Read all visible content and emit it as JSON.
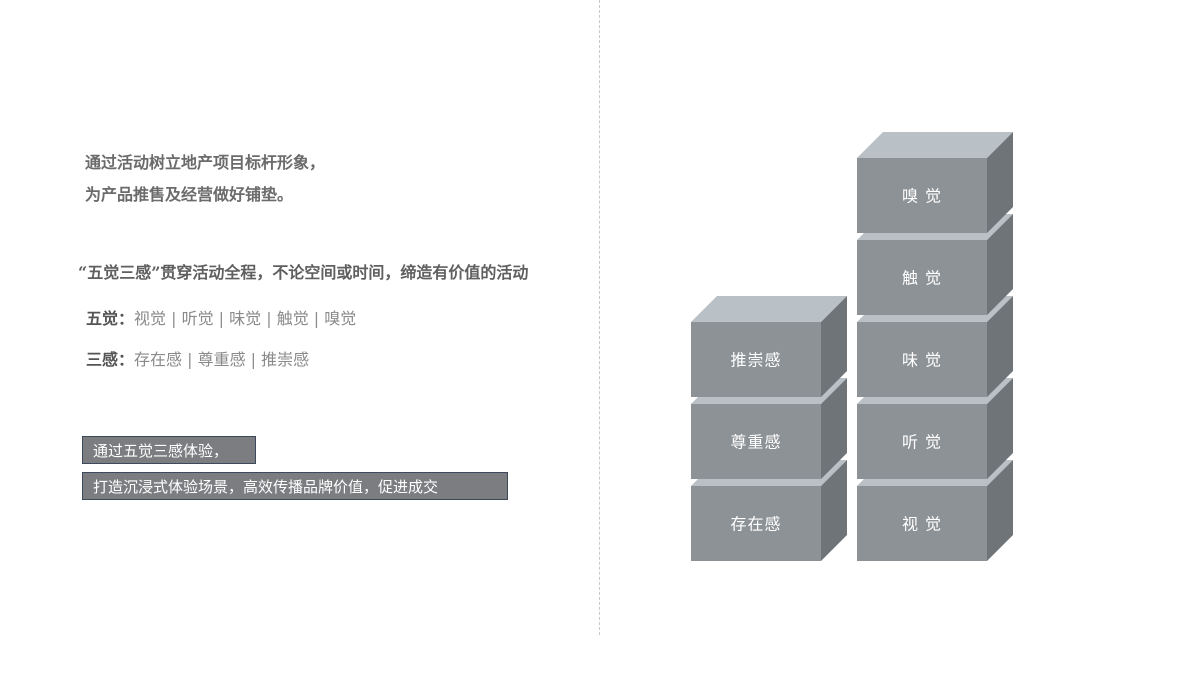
{
  "intro": {
    "line1": "通过活动树立地产项目标杆形象，",
    "line2": "为产品推售及经营做好铺垫。"
  },
  "theme": "“五觉三感”贯穿活动全程，不论空间或时间，缔造有价值的活动",
  "five_senses": {
    "label": "五觉：",
    "items": "视觉 | 听觉 | 味觉 | 触觉 | 嗅觉"
  },
  "three_feelings": {
    "label": "三感：",
    "items": "存在感 | 尊重感 | 推崇感"
  },
  "banners": {
    "line1": "通过五觉三感体验，",
    "line2": "打造沉浸式体验场景，高效传播品牌价值，促进成交"
  },
  "diagram": {
    "left_stack": [
      "存在感",
      "尊重感",
      "推崇感"
    ],
    "right_stack": [
      "视 觉",
      "听 觉",
      "味 觉",
      "触 觉",
      "嗅 觉"
    ],
    "colors": {
      "top": "#b9c1c6",
      "front": "#8d9296",
      "side": "#6f7479"
    }
  }
}
